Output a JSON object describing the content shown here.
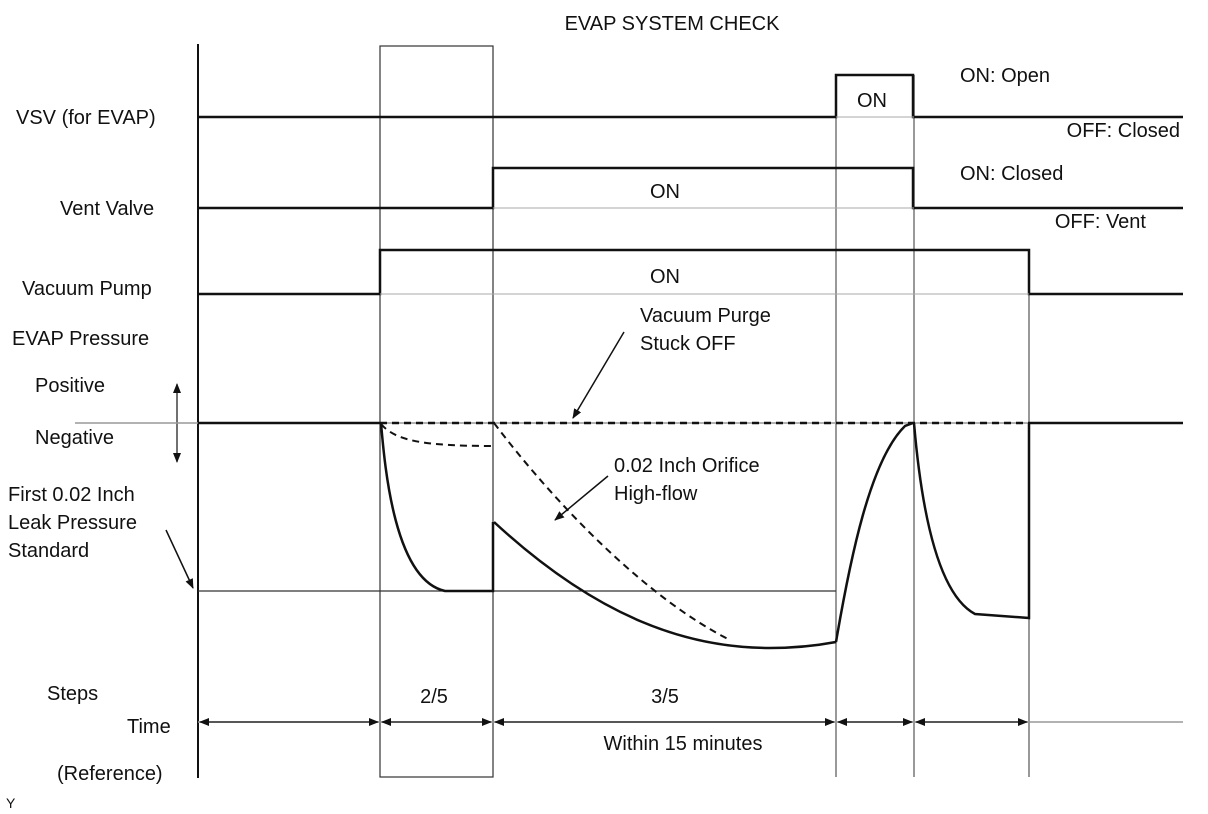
{
  "title": "EVAP SYSTEM CHECK",
  "signals": {
    "vsv": {
      "label": "VSV (for EVAP)",
      "on_label": "ON",
      "on_state": "ON: Open",
      "off_state": "OFF: Closed"
    },
    "vent": {
      "label": "Vent Valve",
      "on_label": "ON",
      "on_state": "ON: Closed",
      "off_state": "OFF: Vent"
    },
    "pump": {
      "label": "Vacuum Pump",
      "on_label": "ON"
    }
  },
  "pressure": {
    "label": "EVAP Pressure",
    "positive": "Positive",
    "negative": "Negative",
    "standard_line1": "First 0.02 Inch",
    "standard_line2": "Leak Pressure",
    "standard_line3": "Standard",
    "purge_line1": "Vacuum Purge",
    "purge_line2": "Stuck OFF",
    "orifice_line1": "0.02 Inch Orifice",
    "orifice_line2": "High-flow"
  },
  "timeline": {
    "steps_label": "Steps",
    "time_label": "Time",
    "reference_label": "(Reference)",
    "step_a": "2/5",
    "step_b": "3/5",
    "duration": "Within 15 minutes"
  },
  "corner_mark": "Y"
}
